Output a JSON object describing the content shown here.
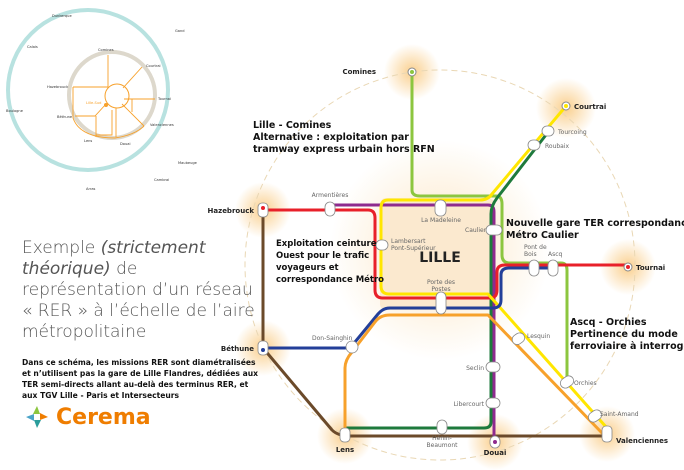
{
  "title": {
    "part1": "Exemple ",
    "italic": "(strictement théorique)",
    "part2": " de représentation d’un réseau « RER » à l’échelle de l’aire métropolitaine"
  },
  "note": "Dans ce schéma, les missions RER sont diamétralisées et n’utilisent pas la gare de Lille Flandres, dédiées aux TER semi-directs allant au-delà des terminus RER, et aux TGV Lille - Paris et Intersecteurs",
  "logo": {
    "text": "Cerema"
  },
  "mini_map": {
    "labels": [
      "Dunkerque",
      "Gand",
      "Calais",
      "Comines",
      "Courtrai",
      "Hazebrouck",
      "Lille-Sud",
      "Tournai",
      "Boulogne",
      "Béthune",
      "Valenciennes",
      "Lens",
      "Douai",
      "Maubeuge",
      "Cambrai",
      "Arras"
    ]
  },
  "map": {
    "city": "LILLE",
    "terminals": {
      "comines": "Comines",
      "courtrai": "Courtrai",
      "hazebrouck": "Hazebrouck",
      "tournai": "Tournai",
      "bethune": "Béthune",
      "lens": "Lens",
      "douai": "Douai",
      "valenciennes": "Valenciennes"
    },
    "stations": {
      "tourcoing": "Tourcoing",
      "roubaix": "Roubaix",
      "armentieres": "Armentières",
      "la_madeleine": "La Madeleine",
      "caulier": "Caulier",
      "lambersart": "Lambersart",
      "pont_superieur": "Pont-Supérieur",
      "pont_de": "Pont de",
      "bois": "Bois",
      "ascq": "Ascq",
      "porte_des": "Porte des",
      "postes": "Postes",
      "lesquin": "Lesquin",
      "don_sainghin": "Don-Sainghin",
      "seclin": "Seclin",
      "libercourt": "Libercourt",
      "orchies": "Orchies",
      "saint_amand": "Saint-Amand",
      "henin": "Hénin-",
      "beaumont": "Beaumont"
    },
    "annotations": {
      "comines": [
        "Lille - Comines",
        "Alternative : exploitation par",
        "tramway express urbain hors RFN"
      ],
      "ouest": [
        "Exploitation ceinture",
        "Ouest pour le trafic",
        "voyageurs et",
        "correspondance Métro"
      ],
      "caulier": [
        "Nouvelle gare TER correspondance",
        "Métro Caulier"
      ],
      "orchies": [
        "Ascq - Orchies",
        "Pertinence du mode",
        "ferroviaire à interroger"
      ]
    },
    "colors": {
      "light_green": "#8cc63f",
      "yellow": "#ffe600",
      "red": "#e8202a",
      "purple": "#8e2a8e",
      "dark_green": "#1e7a3c",
      "blue": "#233f99",
      "orange": "#f7a12b",
      "brown": "#6b4a2a"
    }
  }
}
